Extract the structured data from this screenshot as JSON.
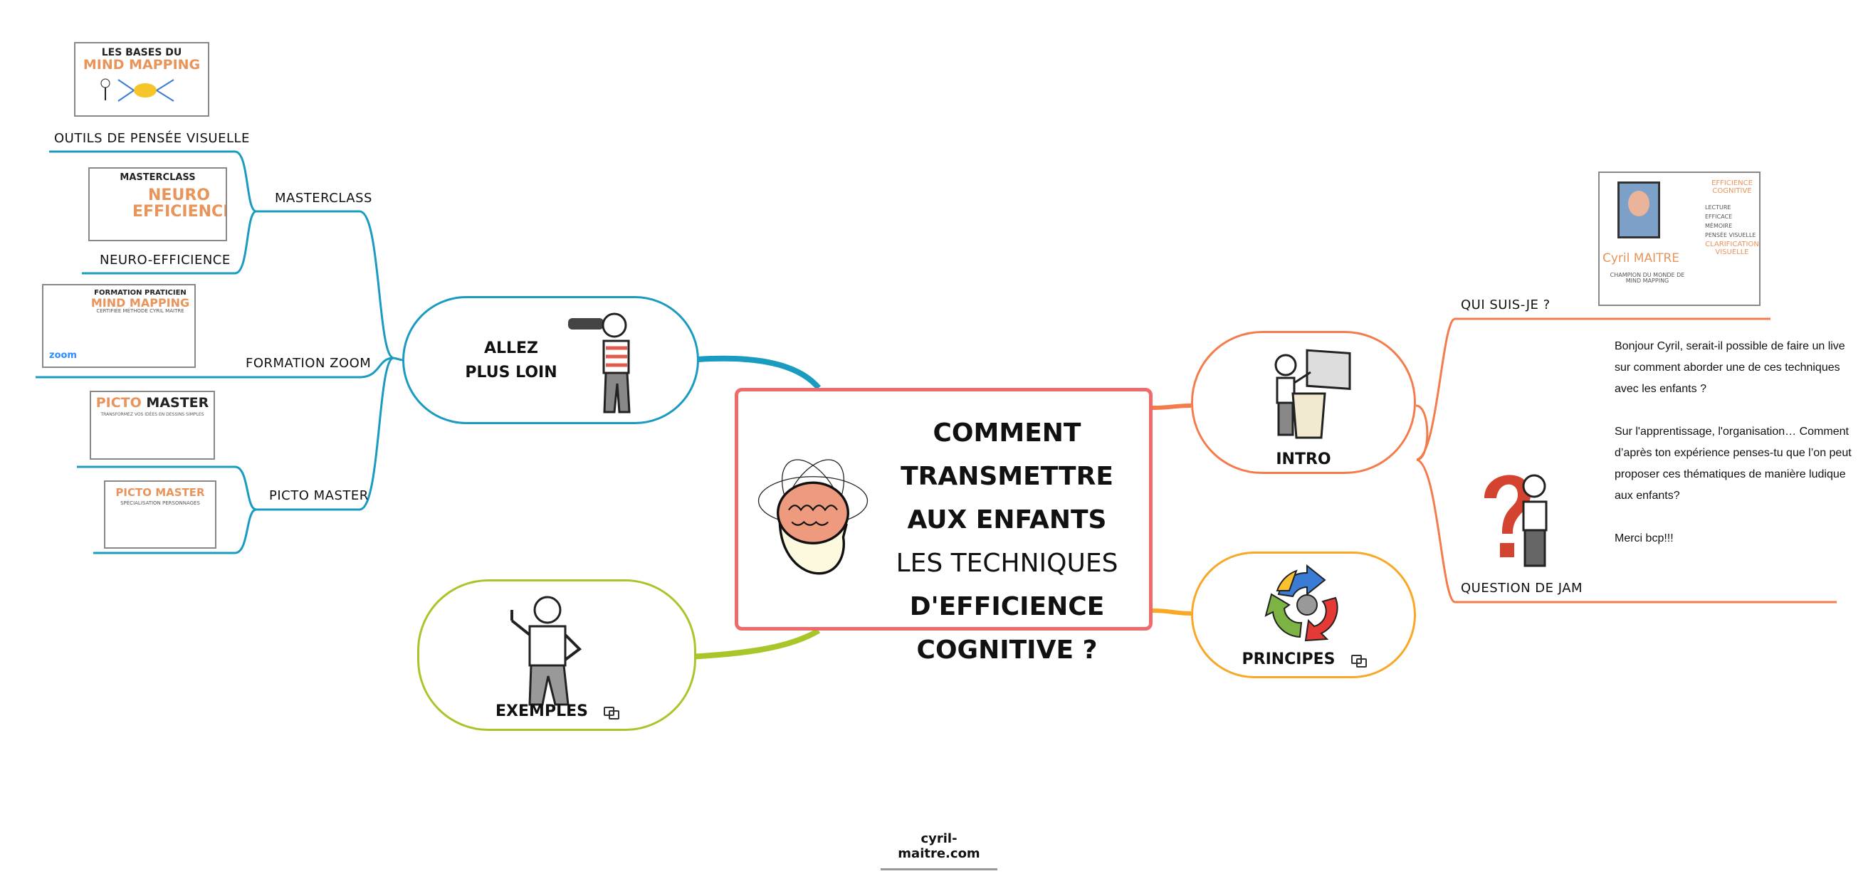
{
  "central": {
    "lines": [
      "COMMENT",
      "TRANSMETTRE",
      "AUX ENFANTS",
      "LES TECHNIQUES",
      "D'EFFICIENCE",
      "COGNITIVE ?"
    ],
    "border_color": "#ef6b6b"
  },
  "branches": {
    "allez_plus_loin": {
      "title_line1": "ALLEZ",
      "title_line2": "PLUS LOIN",
      "color": "#1a9bc0",
      "children": {
        "outils": "OUTILS DE PENSÉE VISUELLE",
        "masterclass": "MASTERCLASS",
        "neuro": "NEURO-EFFICIENCE",
        "formation_zoom": "FORMATION ZOOM",
        "picto_master": "PICTO MASTER"
      },
      "thumbs": {
        "t1": {
          "a": "LES BASES DU",
          "b": "MIND MAPPING"
        },
        "t2": {
          "a": "MASTERCLASS",
          "b": "NEURO",
          "c": "EFFICIENCE"
        },
        "t3": {
          "a": "FORMATION PRATICIEN",
          "b": "MIND MAPPING",
          "c": "CERTIFIÉE MÉTHODE CYRIL MAITRE",
          "d": "zoom"
        },
        "t4": {
          "a": "PICTO",
          "b": "MASTER",
          "c": "TRANSFORMEZ VOS IDÉES EN DESSINS SIMPLES"
        },
        "t5": {
          "a": "PICTO MASTER",
          "b": "SPÉCIALISATION PERSONNAGES"
        }
      }
    },
    "exemples": {
      "title": "EXEMPLES",
      "color": "#a8c62a"
    },
    "intro": {
      "title": "INTRO",
      "color": "#f47c4c",
      "children": {
        "qui": "QUI SUIS-JE ?",
        "question": "QUESTION DE JAM",
        "question_text": "Bonjour Cyril, serait-il possible de faire un live sur comment aborder une de ces techniques avec les enfants ?\n\nSur l'apprentissage, l'organisation… Comment d’après  ton expérience penses-tu que l’on peut proposer ces thématiques de manière ludique aux enfants?\n\nMerci bcp!!!"
      },
      "card": {
        "name": "Cyril MAITRE",
        "sub": "CHAMPION DU MONDE DE MIND MAPPING",
        "h1": "EFFICIENCE COGNITIVE",
        "items": [
          "LECTURE EFFICACE",
          "MÉMOIRE",
          "PENSÉE VISUELLE"
        ],
        "h2": "CLARIFICATION VISUELLE"
      }
    },
    "principes": {
      "title": "PRINCIPES",
      "color": "#f8a825"
    }
  },
  "footer": "cyril-maitre.com"
}
